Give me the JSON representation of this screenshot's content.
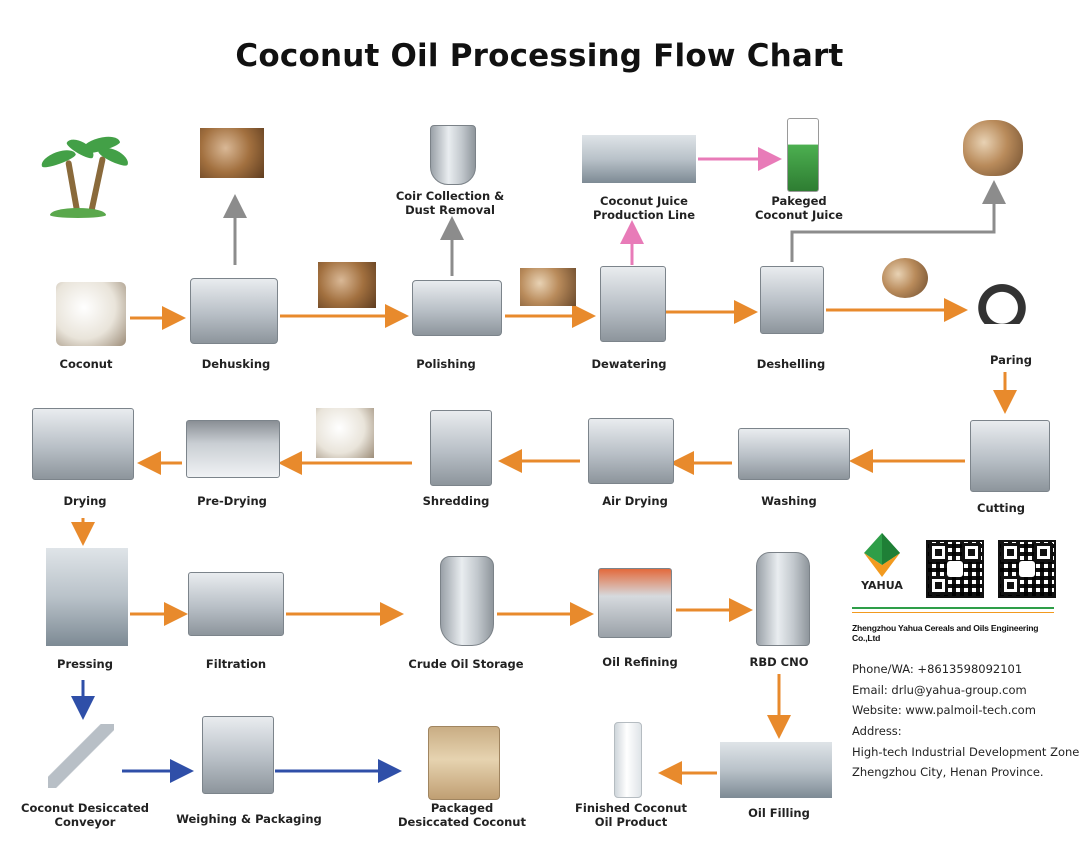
{
  "title": "Coconut Oil Processing Flow Chart",
  "colors": {
    "main_flow": "#e88a2c",
    "side_flow": "#8c8c8c",
    "juice_flow": "#e87bb8",
    "desiccated_flow": "#2f4fa8",
    "logo_green": "#2e9e48",
    "logo_orange": "#f29a1f"
  },
  "nodes": {
    "coconut": "Coconut",
    "dehusking": "Dehusking",
    "polishing": "Polishing",
    "dewatering": "Dewatering",
    "deshelling": "Deshelling",
    "paring": "Paring",
    "coir": "Coir Collection &\nDust Removal",
    "juice_line": "Coconut Juice\nProduction Line",
    "pakeged_juice": "Pakeged\nCoconut Juice",
    "cutting": "Cutting",
    "washing": "Washing",
    "air_drying": "Air Drying",
    "shredding": "Shredding",
    "pre_drying": "Pre-Drying",
    "drying": "Drying",
    "pressing": "Pressing",
    "filtration": "Filtration",
    "crude_storage": "Crude Oil Storage",
    "oil_refining": "Oil Refining",
    "rbd_cno": "RBD CNO",
    "conveyor": "Coconut Desiccated\nConveyor",
    "weighing": "Weighing & Packaging",
    "packaged_desiccated": "Packaged\nDesiccated Coconut",
    "finished_oil": "Finished Coconut\nOil Product",
    "oil_filling": "Oil Filling"
  },
  "company": {
    "logo_text": "YAHUA",
    "name": "Zhengzhou Yahua Cereals and Oils Engineering Co.,Ltd",
    "phone": "Phone/WA:  +8613598092101",
    "email": "Email:  drlu@yahua-group.com",
    "website": "Website:  www.palmoil-tech.com",
    "address_label": "Address:",
    "address_line1": "High-tech Industrial Development Zone,",
    "address_line2": "Zhengzhou City, Henan Province."
  }
}
